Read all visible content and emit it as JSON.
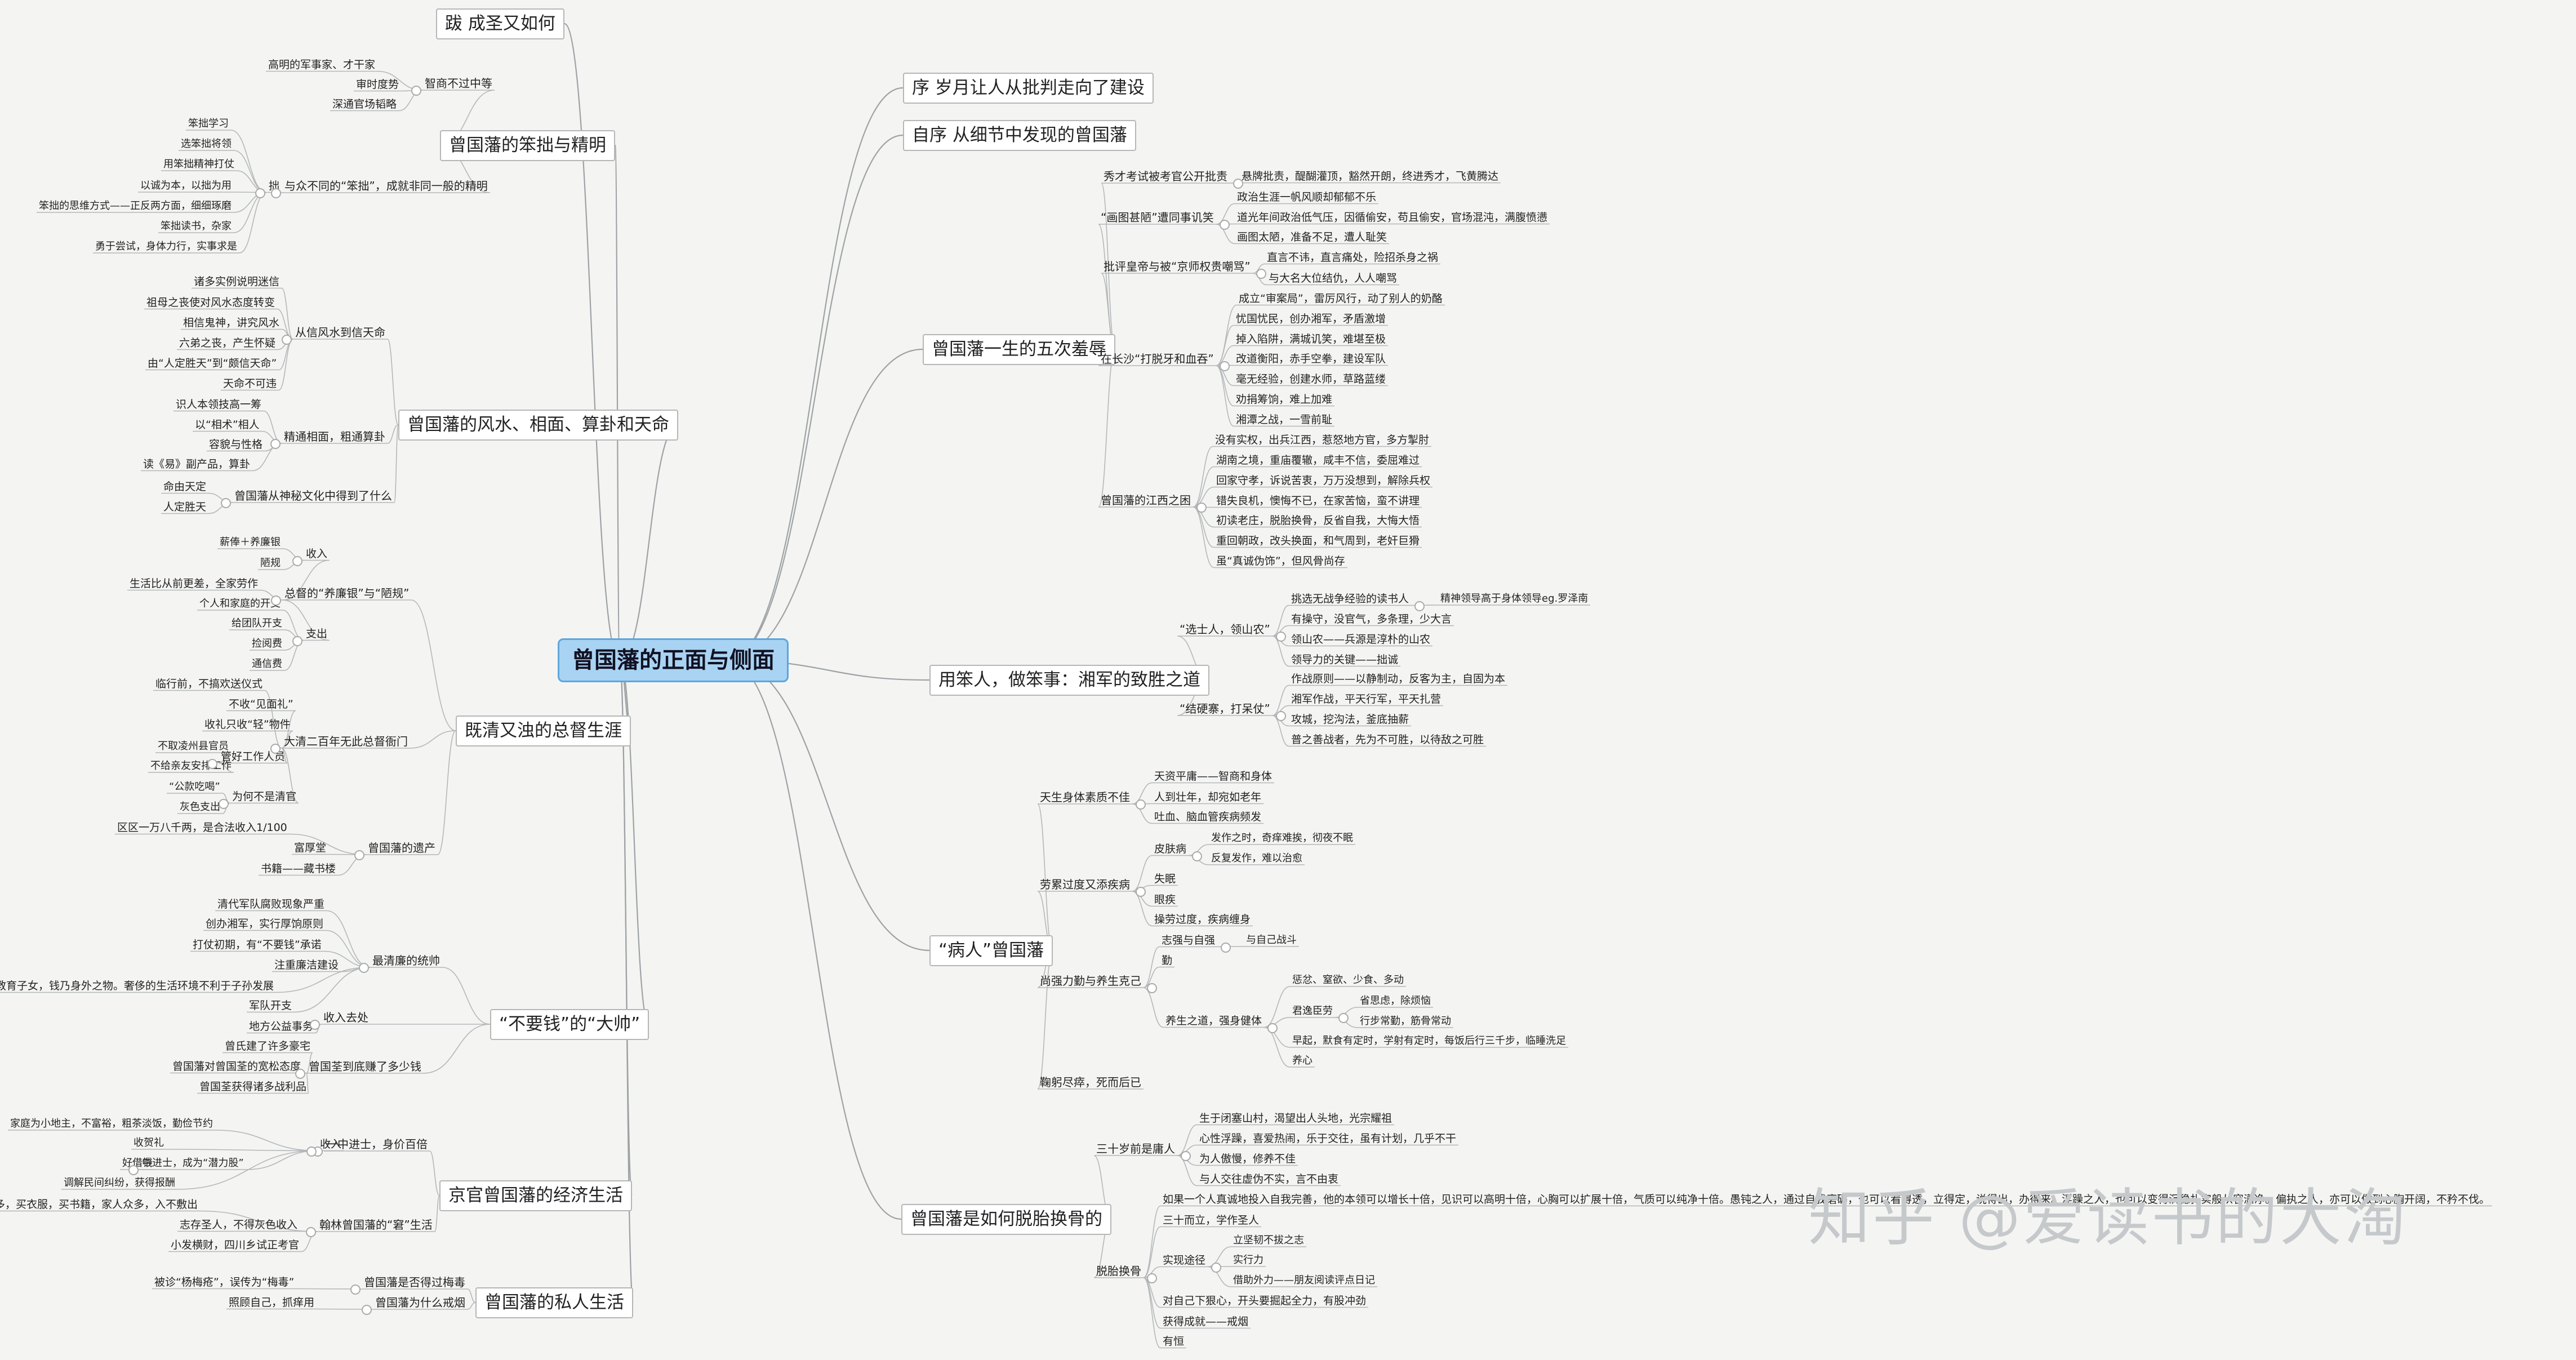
{
  "watermark": "知乎 @爱读书的大淘",
  "root": {
    "id": "root",
    "label": "曾国藩的正面与侧面",
    "children": [
      {
        "id": "A",
        "label": "跋 成圣又如何"
      },
      {
        "id": "B",
        "label": "曾国藩的笨拙与精明",
        "children": [
          {
            "id": "B1",
            "label": "智商不过中等",
            "children": [
              {
                "id": "B1a",
                "label": "高明的军事家、才干家"
              },
              {
                "id": "B1b",
                "label": "审时度势"
              },
              {
                "id": "B1c",
                "label": "深通官场韬略"
              }
            ]
          },
          {
            "id": "B2",
            "label": "与众不同的“笨拙”，成就非同一般的精明",
            "children": [
              {
                "id": "B21",
                "label": "拙",
                "children": [
                  {
                    "id": "B21a",
                    "label": "笨拙学习"
                  },
                  {
                    "id": "B21b",
                    "label": "选笨拙将领"
                  },
                  {
                    "id": "B21c",
                    "label": "用笨拙精神打仗"
                  },
                  {
                    "id": "B21d",
                    "label": "以诚为本，以拙为用"
                  },
                  {
                    "id": "B21e",
                    "label": "笨拙的思维方式——正反两方面，细细琢磨"
                  },
                  {
                    "id": "B21f",
                    "label": "笨拙读书，杂家"
                  },
                  {
                    "id": "B21g",
                    "label": "勇于尝试，身体力行，实事求是"
                  }
                ]
              }
            ]
          }
        ]
      },
      {
        "id": "C",
        "label": "曾国藩的风水、相面、算卦和天命",
        "children": [
          {
            "id": "C1",
            "label": "从信风水到信天命",
            "children": [
              {
                "id": "C1a",
                "label": "诸多实例说明迷信"
              },
              {
                "id": "C1b",
                "label": "祖母之丧使对风水态度转变"
              },
              {
                "id": "C1c",
                "label": "相信鬼神，讲究风水"
              },
              {
                "id": "C1d",
                "label": "六弟之丧，产生怀疑"
              },
              {
                "id": "C1e",
                "label": "由“人定胜天”到“颇信天命”"
              },
              {
                "id": "C1f",
                "label": "天命不可违"
              }
            ]
          },
          {
            "id": "C2",
            "label": "精通相面，粗通算卦",
            "children": [
              {
                "id": "C2a",
                "label": "识人本领技高一筹"
              },
              {
                "id": "C2b",
                "label": "以“相术”相人"
              },
              {
                "id": "C2c",
                "label": "容貌与性格"
              },
              {
                "id": "C2d",
                "label": "读《易》副产品，算卦"
              }
            ]
          },
          {
            "id": "C3",
            "label": "曾国藩从神秘文化中得到了什么",
            "children": [
              {
                "id": "C3a",
                "label": "命由天定"
              },
              {
                "id": "C3b",
                "label": "人定胜天"
              }
            ]
          }
        ]
      },
      {
        "id": "D",
        "label": "既清又浊的总督生涯",
        "children": [
          {
            "id": "D1",
            "label": "总督的“养廉银”与“陋规”",
            "children": [
              {
                "id": "D11",
                "label": "收入",
                "children": [
                  {
                    "id": "D11a",
                    "label": "薪俸＋养廉银"
                  },
                  {
                    "id": "D11b",
                    "label": "陋规"
                  }
                ]
              },
              {
                "id": "D1c",
                "label": "生活比从前更差，全家劳作"
              },
              {
                "id": "D12",
                "label": "支出",
                "children": [
                  {
                    "id": "D12a",
                    "label": "个人和家庭的开支"
                  },
                  {
                    "id": "D12b",
                    "label": "给团队开支"
                  },
                  {
                    "id": "D12c",
                    "label": "捡阅费"
                  },
                  {
                    "id": "D12d",
                    "label": "通信费"
                  }
                ]
              }
            ]
          },
          {
            "id": "D2",
            "label": "大清二百年无此总督衙门",
            "children": [
              {
                "id": "D2a",
                "label": "临行前，不搞欢送仪式"
              },
              {
                "id": "D2b",
                "label": "不收“见面礼”"
              },
              {
                "id": "D2c",
                "label": "收礼只收“轻”物件"
              },
              {
                "id": "D21",
                "label": "管好工作人员",
                "children": [
                  {
                    "id": "D21a",
                    "label": "不取凌州县官员"
                  },
                  {
                    "id": "D21b",
                    "label": "不给亲友安排工作"
                  }
                ]
              },
              {
                "id": "D22",
                "label": "为何不是清官",
                "children": [
                  {
                    "id": "D22a",
                    "label": "“公款吃喝”"
                  },
                  {
                    "id": "D22b",
                    "label": "灰色支出"
                  }
                ]
              }
            ]
          },
          {
            "id": "D3",
            "label": "曾国藩的遗产",
            "children": [
              {
                "id": "D3a",
                "label": "区区一万八千两，是合法收入1/100"
              },
              {
                "id": "D3b",
                "label": "富厚堂"
              },
              {
                "id": "D3c",
                "label": "书籍——藏书楼"
              }
            ]
          }
        ]
      },
      {
        "id": "E",
        "label": "“不要钱”的“大帅”",
        "children": [
          {
            "id": "E1",
            "label": "最清廉的统帅",
            "children": [
              {
                "id": "E1a",
                "label": "清代军队腐败现象严重"
              },
              {
                "id": "E1b",
                "label": "创办湘军，实行厚饷原则"
              },
              {
                "id": "E1c",
                "label": "打仗初期，有“不要钱”承诺"
              },
              {
                "id": "E1d",
                "label": "注重廉洁建设"
              },
              {
                "id": "E1e",
                "label": "教育子女，钱乃身外之物。奢侈的生活环境不利于子孙发展"
              },
              {
                "id": "E1f",
                "label": "军队开支"
              }
            ]
          },
          {
            "id": "E2",
            "label": "收入去处",
            "children": [
              {
                "id": "E2a",
                "label": "地方公益事务"
              }
            ]
          },
          {
            "id": "E3",
            "label": "曾国荃到底赚了多少钱",
            "children": [
              {
                "id": "E3a",
                "label": "曾氏建了许多豪宅"
              },
              {
                "id": "E3b",
                "label": "曾国藩对曾国荃的宽松态度"
              },
              {
                "id": "E3c",
                "label": "曾国荃获得诸多战利品"
              }
            ]
          }
        ]
      },
      {
        "id": "F",
        "label": "京官曾国藩的经济生活",
        "children": [
          {
            "id": "F1",
            "label": "一中进士，身价百倍",
            "children": [
              {
                "id": "F11",
                "label": "收入",
                "children": [
                  {
                    "id": "F11a",
                    "label": "家庭为小地主，不富裕，粗茶淡饭，勤俭节约"
                  },
                  {
                    "id": "F11b",
                    "label": "收贺礼"
                  },
                  {
                    "id": "F111",
                    "label": "中进士，成为“潜力股”",
                    "children": [
                      {
                        "id": "F111a",
                        "label": "好借钱"
                      }
                    ]
                  },
                  {
                    "id": "F11c",
                    "label": "调解民间纠纷，获得报酬"
                  }
                ]
              }
            ]
          },
          {
            "id": "F2",
            "label": "翰林曾国藩的“窘”生活",
            "children": [
              {
                "id": "F2a",
                "label": "收入低，房租高，交际多，买衣服，买书籍，家人众多，入不敷出"
              },
              {
                "id": "F2b",
                "label": "志存圣人，不得灰色收入"
              },
              {
                "id": "F2c",
                "label": "小发横财，四川乡试正考官"
              }
            ]
          }
        ]
      },
      {
        "id": "G",
        "label": "曾国藩的私人生活",
        "children": [
          {
            "id": "G1",
            "label": "曾国藩是否得过梅毒",
            "children": [
              {
                "id": "G1a",
                "label": "被诊“杨梅疮”，误传为“梅毒”"
              }
            ]
          },
          {
            "id": "G2",
            "label": "曾国藩为什么戒烟",
            "children": [
              {
                "id": "G2a",
                "label": "照顾自己，抓痒用"
              }
            ]
          }
        ]
      },
      {
        "id": "H",
        "label": "序 岁月让人从批判走向了建设"
      },
      {
        "id": "I",
        "label": "自序 从细节中发现的曾国藩"
      },
      {
        "id": "J",
        "label": "曾国藩一生的五次羞辱",
        "children": [
          {
            "id": "J1",
            "label": "秀才考试被考官公开批责",
            "children": [
              {
                "id": "J1a",
                "label": "悬牌批责，醍醐灌顶，豁然开朗，终进秀才，飞黄腾达"
              }
            ]
          },
          {
            "id": "J2",
            "label": "“画图甚陋”遭同事讥笑",
            "children": [
              {
                "id": "J2a",
                "label": "政治生涯一帆风顺却郁郁不乐"
              },
              {
                "id": "J2b",
                "label": "道光年间政治低气压，因循偷安，苟且偷安，官场混沌，满腹愤懑"
              },
              {
                "id": "J2c",
                "label": "画图太陋，准备不足，遭人耻笑"
              }
            ]
          },
          {
            "id": "J3",
            "label": "批评皇帝与被“京师权贵嘲骂”",
            "children": [
              {
                "id": "J3a",
                "label": "直言不讳，直言痛处，险招杀身之祸"
              },
              {
                "id": "J3b",
                "label": "与大名大位结仇，人人嘲骂"
              }
            ]
          },
          {
            "id": "J4",
            "label": "在长沙“打脱牙和血吞”",
            "children": [
              {
                "id": "J4a",
                "label": "成立“审案局”，雷厉风行，动了别人的奶酪"
              },
              {
                "id": "J4b",
                "label": "忧国忧民，创办湘军，矛盾激增"
              },
              {
                "id": "J4c",
                "label": "掉入陷阱，满城讥笑，难堪至极"
              },
              {
                "id": "J4d",
                "label": "改道衡阳，赤手空拳，建设军队"
              },
              {
                "id": "J4e",
                "label": "毫无经验，创建水师，草路蓝缕"
              },
              {
                "id": "J4f",
                "label": "劝捐筹饷，难上加难"
              },
              {
                "id": "J4g",
                "label": "湘潭之战，一雪前耻"
              }
            ]
          },
          {
            "id": "J5",
            "label": "曾国藩的江西之困",
            "children": [
              {
                "id": "J5a",
                "label": "没有实权，出兵江西，惹怒地方官，多方掣肘"
              },
              {
                "id": "J5b",
                "label": "湖南之境，重庙覆辙，咸丰不信，委屈难过"
              },
              {
                "id": "J5c",
                "label": "回家守孝，诉说苦衷，万万没想到，解除兵权"
              },
              {
                "id": "J5d",
                "label": "错失良机，懊悔不已，在家苦恼，蛮不讲理"
              },
              {
                "id": "J5e",
                "label": "初读老庄，脱胎换骨，反省自我，大悔大悟"
              },
              {
                "id": "J5f",
                "label": "重回朝政，改头换面，和气周到，老奸巨猾"
              },
              {
                "id": "J5g",
                "label": "虽“真诚伪饰”，但风骨尚存"
              }
            ]
          }
        ]
      },
      {
        "id": "K",
        "label": "用笨人，做笨事：湘军的致胜之道",
        "children": [
          {
            "id": "K1",
            "label": "“选士人，领山农”",
            "children": [
              {
                "id": "K11",
                "label": "挑选无战争经验的读书人",
                "children": [
                  {
                    "id": "K11a",
                    "label": "精神领导高于身体领导eg.罗泽南"
                  }
                ]
              },
              {
                "id": "K1a",
                "label": "有操守，没官气，多条理，少大言"
              },
              {
                "id": "K1b",
                "label": "领山农——兵源是淳朴的山农"
              },
              {
                "id": "K1c",
                "label": "领导力的关键——拙诚"
              }
            ]
          },
          {
            "id": "K2",
            "label": "“结硬寨，打呆仗”",
            "children": [
              {
                "id": "K2a",
                "label": "作战原则——以静制动，反客为主，自固为本"
              },
              {
                "id": "K2b",
                "label": "湘军作战，平天行军，平天扎营"
              },
              {
                "id": "K2c",
                "label": "攻城，挖沟法，釜底抽薪"
              },
              {
                "id": "K2d",
                "label": "普之善战者，先为不可胜，以待敌之可胜"
              }
            ]
          }
        ]
      },
      {
        "id": "L",
        "label": "“病人”曾国藩",
        "children": [
          {
            "id": "L1",
            "label": "天生身体素质不佳",
            "children": [
              {
                "id": "L1a",
                "label": "天资平庸——智商和身体"
              },
              {
                "id": "L1b",
                "label": "人到壮年，却宛如老年"
              },
              {
                "id": "L1c",
                "label": "吐血、脑血管疾病频发"
              }
            ]
          },
          {
            "id": "L2",
            "label": "劳累过度又添疾病",
            "children": [
              {
                "id": "L21",
                "label": "皮肤病",
                "children": [
                  {
                    "id": "L21a",
                    "label": "发作之时，奇痒难挨，彻夜不眠"
                  },
                  {
                    "id": "L21b",
                    "label": "反复发作，难以治愈"
                  }
                ]
              },
              {
                "id": "L2a",
                "label": "失眠"
              },
              {
                "id": "L2b",
                "label": "眼疾"
              },
              {
                "id": "L2c",
                "label": "操劳过度，疾病缠身"
              }
            ]
          },
          {
            "id": "L3",
            "label": "尚强力勤与养生克己",
            "children": [
              {
                "id": "L31",
                "label": "志强与自强",
                "children": [
                  {
                    "id": "L31a",
                    "label": "与自己战斗"
                  }
                ]
              },
              {
                "id": "L3a",
                "label": "勤"
              },
              {
                "id": "L32",
                "label": "养生之道，强身健体",
                "children": [
                  {
                    "id": "L32a",
                    "label": "惩忿、窒欲、少食、多动"
                  },
                  {
                    "id": "L321",
                    "label": "君逸臣劳",
                    "children": [
                      {
                        "id": "L321a",
                        "label": "省思虑，除烦恼"
                      },
                      {
                        "id": "L321b",
                        "label": "行步常勤，筋骨常动"
                      }
                    ]
                  },
                  {
                    "id": "L32b",
                    "label": "早起，默食有定时，学射有定时，每饭后行三千步，临睡洗足"
                  },
                  {
                    "id": "L32c",
                    "label": "养心"
                  }
                ]
              }
            ]
          },
          {
            "id": "L4",
            "label": "鞠躬尽瘁，死而后已"
          }
        ]
      },
      {
        "id": "M",
        "label": "曾国藩是如何脱胎换骨的",
        "children": [
          {
            "id": "M1",
            "label": "三十岁前是庸人",
            "children": [
              {
                "id": "M1a",
                "label": "生于闭塞山村，渴望出人头地，光宗耀祖"
              },
              {
                "id": "M1b",
                "label": "心性浮躁，喜爱热闹，乐于交往，虽有计划，几乎不干"
              },
              {
                "id": "M1c",
                "label": "为人傲慢，修养不佳"
              },
              {
                "id": "M1d",
                "label": "与人交往虚伪不实，言不由衷"
              }
            ]
          },
          {
            "id": "M2",
            "label": "脱胎换骨",
            "children": [
              {
                "id": "M2a",
                "label": "如果一个人真诚地投入自我完善，他的本领可以增长十倍，见识可以高明十倍，心胸可以扩展十倍，气质可以纯净十倍。愚钝之人，通过自我磨砺，也可以看得透，立得定，说得出，办得来。浮躁之人，也可以变得沉稳扎实般从容潇净。偏执之人，亦可以做到心胸开阔，不矜不伐。"
              },
              {
                "id": "M2b",
                "label": "三十而立，学作圣人"
              },
              {
                "id": "M21",
                "label": "实现途径",
                "children": [
                  {
                    "id": "M21a",
                    "label": "立坚韧不拔之志"
                  },
                  {
                    "id": "M21b",
                    "label": "实行力"
                  },
                  {
                    "id": "M21c",
                    "label": "借助外力——朋友阅读评点日记"
                  }
                ]
              },
              {
                "id": "M2c",
                "label": "对自己下狠心，开头要掘起全力，有股冲劲"
              },
              {
                "id": "M2d",
                "label": "获得成就——戒烟"
              },
              {
                "id": "M2e",
                "label": "有恒"
              }
            ]
          }
        ]
      }
    ]
  }
}
